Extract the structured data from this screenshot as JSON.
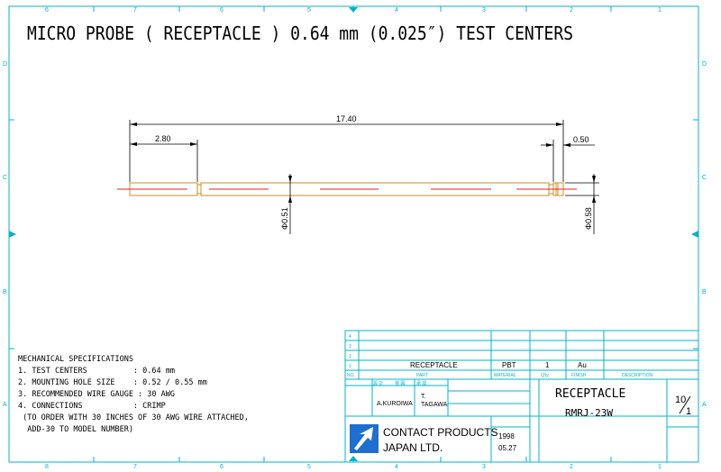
{
  "title": "MICRO PROBE ( RECEPTACLE ) 0.64 mm (0.025″) TEST CENTERS",
  "border": {
    "top_numbers": [
      "6",
      "7",
      "6",
      "5",
      "4",
      "3",
      "2",
      "1"
    ],
    "bottom_numbers": [
      "8",
      "7",
      "6",
      "5",
      "4",
      "3",
      "2",
      "1"
    ],
    "side_letters": [
      "D",
      "C",
      "B",
      "A"
    ]
  },
  "dimensions": {
    "overall": "17.40",
    "left": "2.80",
    "right": "0.50",
    "dia_body": "Φ0.51",
    "dia_head": "Φ0.58"
  },
  "specs": {
    "heading": "MECHANICAL SPECIFICATIONS",
    "lines": [
      "1. TEST CENTERS          : 0.64 mm",
      "2. MOUNTING HOLE SIZE    : 0.52 / 0.55 mm",
      "3. RECOMMENDED WIRE GAUGE : 30 AWG",
      "4. CONNECTIONS           : CRIMP",
      " (TO ORDER WITH 30 INCHES OF 30 AWG WIRE ATTACHED,",
      "  ADD-30 TO MODEL NUMBER)"
    ]
  },
  "title_block": {
    "row_numbers": [
      "4",
      "3",
      "2",
      "1"
    ],
    "headers": {
      "no": "NO.",
      "part": "PART",
      "material": "MATERIAL",
      "qty": "Q'ty",
      "finish": "FINISH",
      "description": "DESCRIPTION"
    },
    "row1": {
      "part": "RECEPTACLE",
      "material": "PBT",
      "qty": "1",
      "finish": "Au"
    },
    "sign_headers": [
      "設 計",
      "検 図",
      "承 認"
    ],
    "designer": "A.KUROIWA",
    "approver_t": "T.",
    "approver_name": "TAGAWA",
    "company_line1": "CONTACT PRODUCTS",
    "company_line2": "JAPAN LTD.",
    "year": "1998",
    "date": "05.27",
    "name": "RECEPTACLE",
    "model": "RMRJ-23W",
    "scale_num": "10",
    "scale_den": "1"
  },
  "colors": {
    "border": "#00b4c8",
    "part_outline": "#d28c1e",
    "center_line": "#e02020",
    "dimension": "#000000"
  }
}
